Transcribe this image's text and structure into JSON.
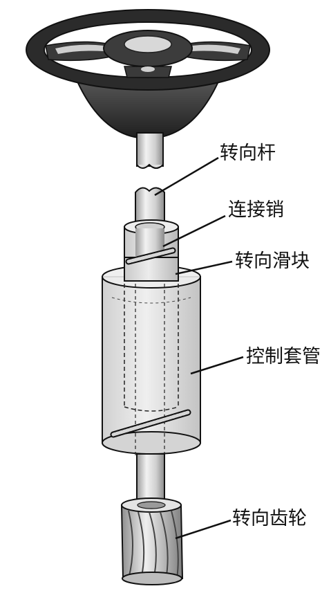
{
  "labels": {
    "steering_rod": "转向杆",
    "connecting_pin": "连接销",
    "steering_slider": "转向滑块",
    "control_sleeve": "控制套管",
    "steering_gear": "转向齿轮"
  },
  "colors": {
    "wheel_dark": "#2b2b2b",
    "metal_light": "#e6e6e6",
    "metal_mid": "#bdbdbd",
    "sleeve_fill": "#d9d9d9",
    "outline": "#111111"
  }
}
